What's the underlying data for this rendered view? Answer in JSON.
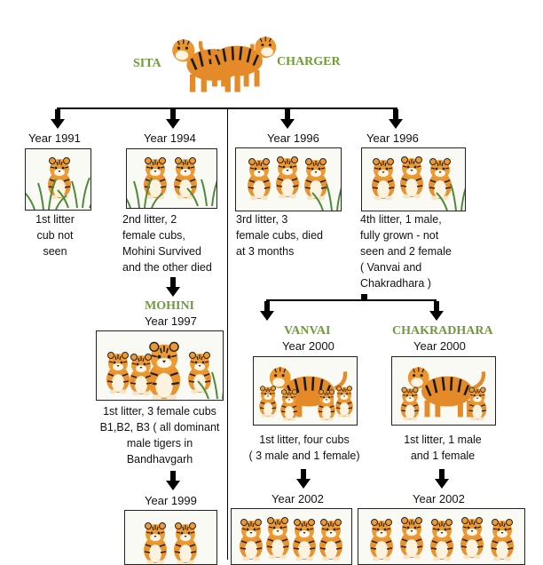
{
  "parents": {
    "father": "SITA",
    "mother": "CHARGER"
  },
  "gen1": [
    {
      "year": "Year 1991",
      "desc": "1st litter\ncub not\nseen"
    },
    {
      "year": "Year 1994",
      "desc": "2nd litter, 2\nfemale cubs,\nMohini  Survived\nand the other died"
    },
    {
      "year": "Year 1996",
      "desc": "3rd litter, 3\nfemale cubs, died\nat 3 months"
    },
    {
      "year": "Year 1996",
      "desc": "4th litter, 1 male,\nfully grown - not\nseen and 2 female\n( Vanvai and\nChakradhara )"
    }
  ],
  "mohini": {
    "name": "MOHINI",
    "year": "Year 1997",
    "desc": "1st litter, 3 female cubs\nB1,B2, B3 ( all dominant\nmale tigers in\nBandhavgarh",
    "next_year": "Year 1999"
  },
  "vanvai": {
    "name": "VANVAI",
    "year": "Year 2000",
    "desc": "1st litter, four cubs\n( 3 male and 1 female)",
    "next_year": "Year 2002"
  },
  "chakradhara": {
    "name": "CHAKRADHARA",
    "year": "Year 2000",
    "desc": "1st litter, 1 male\nand 1 female",
    "next_year": "Year 2002"
  }
}
